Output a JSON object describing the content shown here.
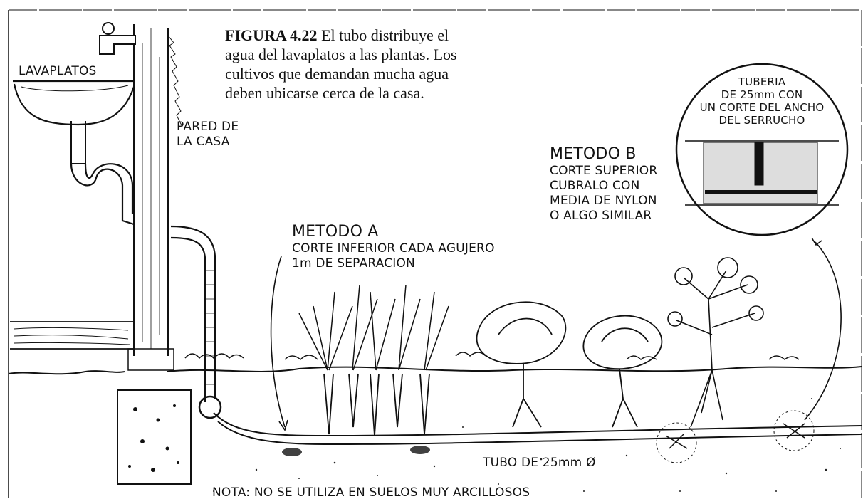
{
  "caption": {
    "figure_label": "FIGURA 4.22",
    "lines": [
      "El tubo distribuye el",
      "agua del lavaplatos a las plantas.  Los",
      "cultivos que demandan mucha agua",
      "deben ubicarse cerca de la casa."
    ]
  },
  "labels": {
    "sink": "LAVAPLATOS",
    "wall": [
      "PARED DE",
      "LA CASA"
    ],
    "method_a": {
      "title": "METODO A",
      "lines": [
        "CORTE INFERIOR CADA AGUJERO",
        "1m DE SEPARACION"
      ]
    },
    "method_b": {
      "title": "METODO B",
      "lines": [
        "CORTE SUPERIOR",
        "CUBRALO CON",
        "MEDIA DE NYLON",
        "O ALGO SIMILAR"
      ]
    },
    "pipe_detail": [
      "TUBERIA",
      "DE 25mm CON",
      "UN CORTE DEL ANCHO",
      "DEL SERRUCHO"
    ],
    "tube": "TUBO DE 25mm Ø",
    "note": "NOTA: NO SE UTILIZA EN SUELOS MUY ARCILLOSOS"
  }
}
